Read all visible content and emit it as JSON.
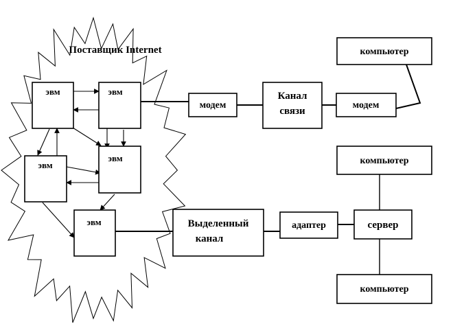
{
  "provider": {
    "label": "Поставщик Internet",
    "nodes": [
      "эвм",
      "эвм",
      "эвм",
      "эвм",
      "эвм"
    ]
  },
  "dialup": {
    "modem_left": "модем",
    "channel_line1": "Канал",
    "channel_line2": "связи",
    "modem_right": "модем",
    "computer": "компьютер"
  },
  "leased": {
    "channel_line1": "Выделенный",
    "channel_line2": "канал",
    "adapter": "адаптер",
    "server": "сервер",
    "computer_top": "компьютер",
    "computer_bottom": "компьютер"
  }
}
